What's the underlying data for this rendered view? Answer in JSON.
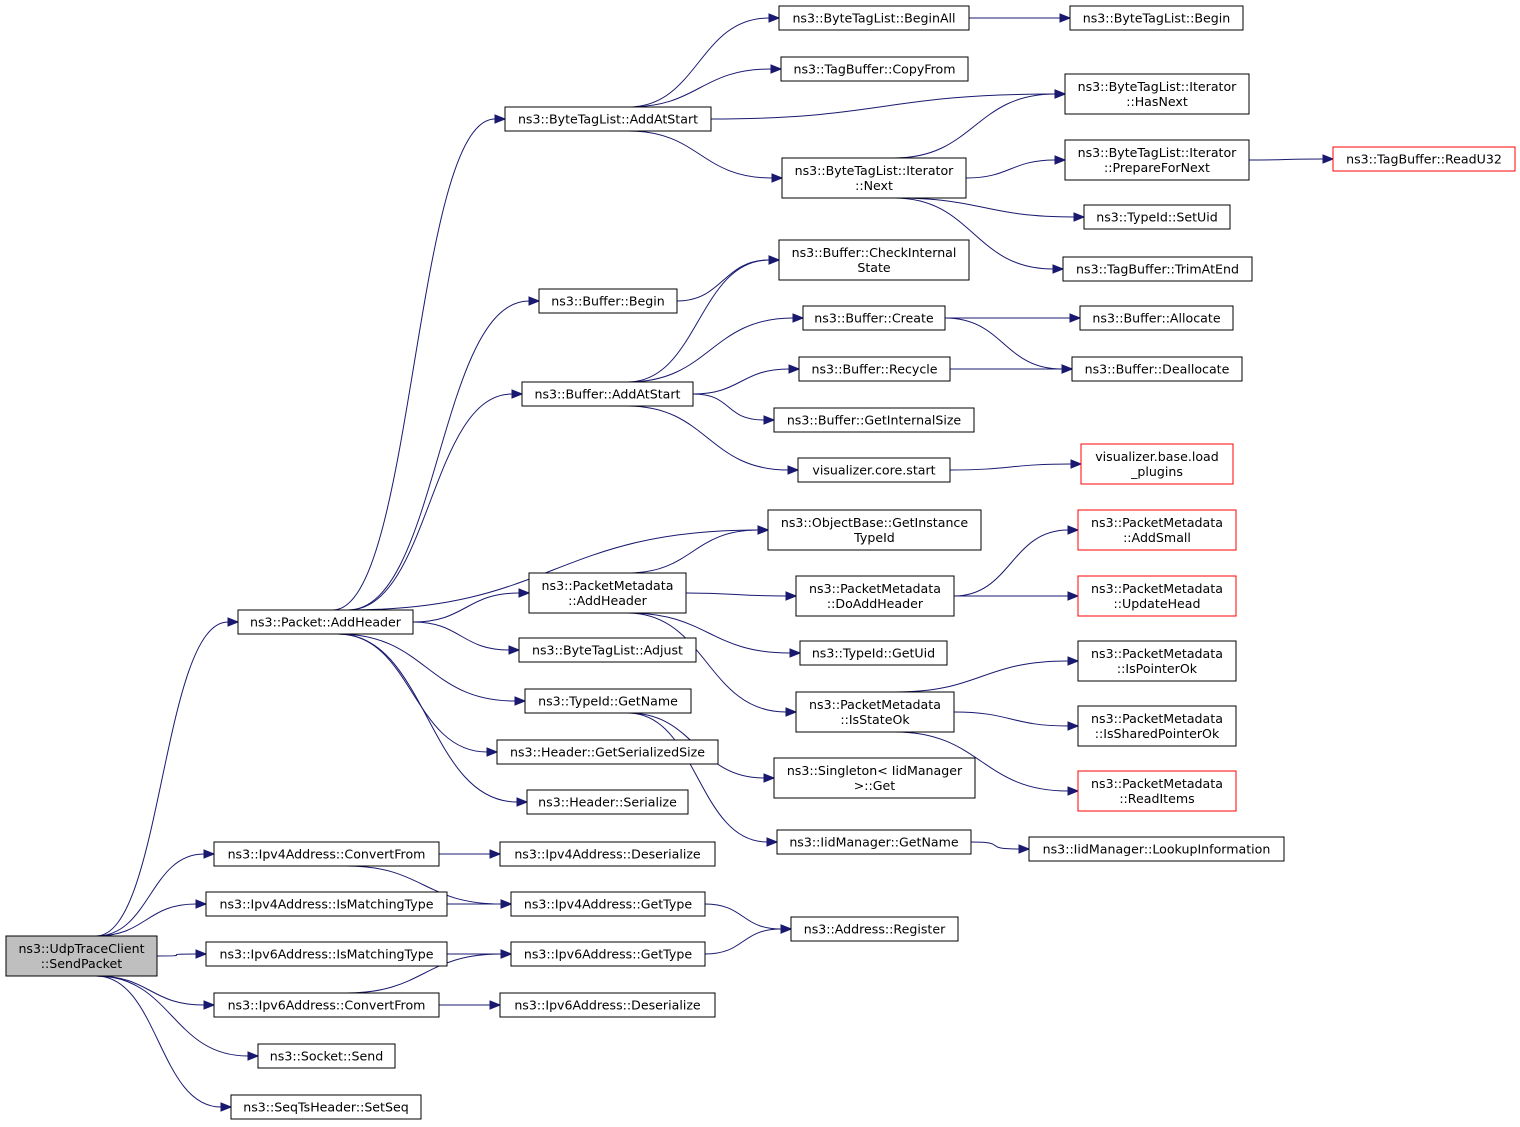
{
  "diagram": {
    "type": "call-graph",
    "colors": {
      "edge": "#191970",
      "root_fill": "#bfbfbf",
      "node_border": "#000000",
      "truncated_border": "#ff0000"
    },
    "nodes": [
      {
        "id": "n0",
        "lines": [
          "ns3::UdpTraceClient",
          "::SendPacket"
        ],
        "style": "root"
      },
      {
        "id": "n1",
        "lines": [
          "ns3::Packet::AddHeader"
        ],
        "style": "normal"
      },
      {
        "id": "n2",
        "lines": [
          "ns3::ByteTagList::AddAtStart"
        ],
        "style": "normal"
      },
      {
        "id": "n3",
        "lines": [
          "ns3::ByteTagList::BeginAll"
        ],
        "style": "normal"
      },
      {
        "id": "n4",
        "lines": [
          "ns3::ByteTagList::Begin"
        ],
        "style": "normal"
      },
      {
        "id": "n5",
        "lines": [
          "ns3::TagBuffer::CopyFrom"
        ],
        "style": "normal"
      },
      {
        "id": "n6",
        "lines": [
          "ns3::ByteTagList::Iterator",
          "::HasNext"
        ],
        "style": "normal"
      },
      {
        "id": "n7",
        "lines": [
          "ns3::ByteTagList::Iterator",
          "::Next"
        ],
        "style": "normal"
      },
      {
        "id": "n8",
        "lines": [
          "ns3::ByteTagList::Iterator",
          "::PrepareForNext"
        ],
        "style": "normal"
      },
      {
        "id": "n9",
        "lines": [
          "ns3::TagBuffer::ReadU32"
        ],
        "style": "truncated"
      },
      {
        "id": "n10",
        "lines": [
          "ns3::TypeId::SetUid"
        ],
        "style": "normal"
      },
      {
        "id": "n11",
        "lines": [
          "ns3::TagBuffer::TrimAtEnd"
        ],
        "style": "normal"
      },
      {
        "id": "n12",
        "lines": [
          "ns3::Buffer::Begin"
        ],
        "style": "normal"
      },
      {
        "id": "n13",
        "lines": [
          "ns3::Buffer::CheckInternal",
          "State"
        ],
        "style": "normal"
      },
      {
        "id": "n14",
        "lines": [
          "ns3::Buffer::AddAtStart"
        ],
        "style": "normal"
      },
      {
        "id": "n15",
        "lines": [
          "ns3::Buffer::Create"
        ],
        "style": "normal"
      },
      {
        "id": "n16",
        "lines": [
          "ns3::Buffer::Allocate"
        ],
        "style": "normal"
      },
      {
        "id": "n17",
        "lines": [
          "ns3::Buffer::Recycle"
        ],
        "style": "normal"
      },
      {
        "id": "n18",
        "lines": [
          "ns3::Buffer::Deallocate"
        ],
        "style": "normal"
      },
      {
        "id": "n19",
        "lines": [
          "ns3::Buffer::GetInternalSize"
        ],
        "style": "normal"
      },
      {
        "id": "n20",
        "lines": [
          "visualizer.core.start"
        ],
        "style": "normal"
      },
      {
        "id": "n21",
        "lines": [
          "visualizer.base.load",
          "_plugins"
        ],
        "style": "truncated"
      },
      {
        "id": "n22",
        "lines": [
          "ns3::ObjectBase::GetInstance",
          "TypeId"
        ],
        "style": "normal"
      },
      {
        "id": "n23",
        "lines": [
          "ns3::PacketMetadata",
          "::AddHeader"
        ],
        "style": "normal"
      },
      {
        "id": "n24",
        "lines": [
          "ns3::PacketMetadata",
          "::AddSmall"
        ],
        "style": "truncated"
      },
      {
        "id": "n25",
        "lines": [
          "ns3::PacketMetadata",
          "::DoAddHeader"
        ],
        "style": "normal"
      },
      {
        "id": "n26",
        "lines": [
          "ns3::PacketMetadata",
          "::UpdateHead"
        ],
        "style": "truncated"
      },
      {
        "id": "n27",
        "lines": [
          "ns3::TypeId::GetUid"
        ],
        "style": "normal"
      },
      {
        "id": "n28",
        "lines": [
          "ns3::PacketMetadata",
          "::IsStateOk"
        ],
        "style": "normal"
      },
      {
        "id": "n29",
        "lines": [
          "ns3::PacketMetadata",
          "::IsPointerOk"
        ],
        "style": "normal"
      },
      {
        "id": "n30",
        "lines": [
          "ns3::PacketMetadata",
          "::IsSharedPointerOk"
        ],
        "style": "normal"
      },
      {
        "id": "n31",
        "lines": [
          "ns3::PacketMetadata",
          "::ReadItems"
        ],
        "style": "truncated"
      },
      {
        "id": "n32",
        "lines": [
          "ns3::ByteTagList::Adjust"
        ],
        "style": "normal"
      },
      {
        "id": "n33",
        "lines": [
          "ns3::TypeId::GetName"
        ],
        "style": "normal"
      },
      {
        "id": "n34",
        "lines": [
          "ns3::Singleton< IidManager",
          " >::Get"
        ],
        "style": "normal"
      },
      {
        "id": "n35",
        "lines": [
          "ns3::IidManager::GetName"
        ],
        "style": "normal"
      },
      {
        "id": "n36",
        "lines": [
          "ns3::IidManager::LookupInformation"
        ],
        "style": "normal"
      },
      {
        "id": "n37",
        "lines": [
          "ns3::Header::GetSerializedSize"
        ],
        "style": "normal"
      },
      {
        "id": "n38",
        "lines": [
          "ns3::Header::Serialize"
        ],
        "style": "normal"
      },
      {
        "id": "n39",
        "lines": [
          "ns3::Ipv4Address::ConvertFrom"
        ],
        "style": "normal"
      },
      {
        "id": "n40",
        "lines": [
          "ns3::Ipv4Address::Deserialize"
        ],
        "style": "normal"
      },
      {
        "id": "n41",
        "lines": [
          "ns3::Ipv4Address::IsMatchingType"
        ],
        "style": "normal"
      },
      {
        "id": "n42",
        "lines": [
          "ns3::Ipv4Address::GetType"
        ],
        "style": "normal"
      },
      {
        "id": "n43",
        "lines": [
          "ns3::Address::Register"
        ],
        "style": "normal"
      },
      {
        "id": "n44",
        "lines": [
          "ns3::Ipv6Address::IsMatchingType"
        ],
        "style": "normal"
      },
      {
        "id": "n45",
        "lines": [
          "ns3::Ipv6Address::GetType"
        ],
        "style": "normal"
      },
      {
        "id": "n46",
        "lines": [
          "ns3::Ipv6Address::ConvertFrom"
        ],
        "style": "normal"
      },
      {
        "id": "n47",
        "lines": [
          "ns3::Ipv6Address::Deserialize"
        ],
        "style": "normal"
      },
      {
        "id": "n48",
        "lines": [
          "ns3::Socket::Send"
        ],
        "style": "normal"
      },
      {
        "id": "n49",
        "lines": [
          "ns3::SeqTsHeader::SetSeq"
        ],
        "style": "normal"
      }
    ],
    "edges": [
      [
        "n0",
        "n1"
      ],
      [
        "n0",
        "n39"
      ],
      [
        "n0",
        "n41"
      ],
      [
        "n0",
        "n44"
      ],
      [
        "n0",
        "n46"
      ],
      [
        "n0",
        "n48"
      ],
      [
        "n0",
        "n49"
      ],
      [
        "n1",
        "n2"
      ],
      [
        "n1",
        "n12"
      ],
      [
        "n1",
        "n14"
      ],
      [
        "n1",
        "n22"
      ],
      [
        "n1",
        "n23"
      ],
      [
        "n1",
        "n32"
      ],
      [
        "n1",
        "n33"
      ],
      [
        "n1",
        "n37"
      ],
      [
        "n1",
        "n38"
      ],
      [
        "n2",
        "n3"
      ],
      [
        "n2",
        "n5"
      ],
      [
        "n2",
        "n6"
      ],
      [
        "n2",
        "n7"
      ],
      [
        "n3",
        "n4"
      ],
      [
        "n7",
        "n6"
      ],
      [
        "n7",
        "n8"
      ],
      [
        "n7",
        "n10"
      ],
      [
        "n7",
        "n11"
      ],
      [
        "n8",
        "n9"
      ],
      [
        "n12",
        "n13"
      ],
      [
        "n14",
        "n13"
      ],
      [
        "n14",
        "n15"
      ],
      [
        "n14",
        "n17"
      ],
      [
        "n14",
        "n19"
      ],
      [
        "n14",
        "n20"
      ],
      [
        "n15",
        "n16"
      ],
      [
        "n15",
        "n18"
      ],
      [
        "n17",
        "n18"
      ],
      [
        "n20",
        "n21"
      ],
      [
        "n23",
        "n22"
      ],
      [
        "n23",
        "n25"
      ],
      [
        "n23",
        "n27"
      ],
      [
        "n23",
        "n28"
      ],
      [
        "n25",
        "n24"
      ],
      [
        "n25",
        "n26"
      ],
      [
        "n28",
        "n29"
      ],
      [
        "n28",
        "n30"
      ],
      [
        "n28",
        "n31"
      ],
      [
        "n33",
        "n34"
      ],
      [
        "n33",
        "n35"
      ],
      [
        "n35",
        "n36"
      ],
      [
        "n39",
        "n40"
      ],
      [
        "n39",
        "n42"
      ],
      [
        "n41",
        "n42"
      ],
      [
        "n42",
        "n43"
      ],
      [
        "n44",
        "n45"
      ],
      [
        "n45",
        "n43"
      ],
      [
        "n46",
        "n45"
      ],
      [
        "n46",
        "n47"
      ]
    ]
  }
}
